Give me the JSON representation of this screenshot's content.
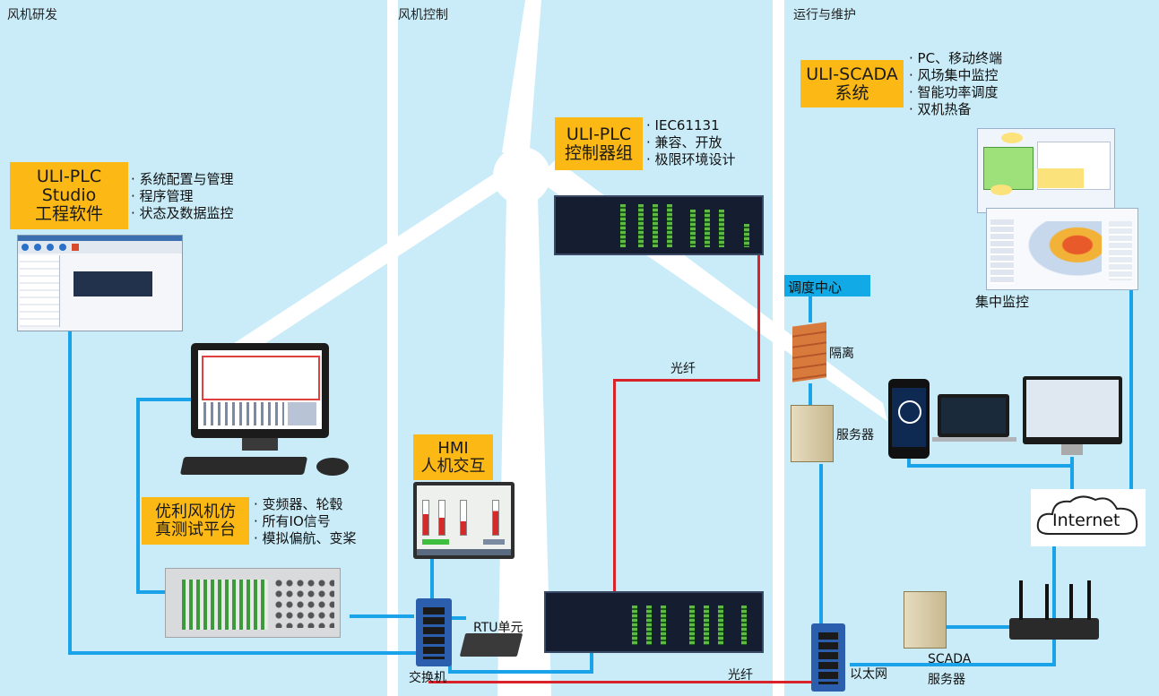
{
  "sections": {
    "dev": "风机研发",
    "control": "风机控制",
    "ops": "运行与维护"
  },
  "studio": {
    "title_lines": [
      "ULI-PLC",
      "Studio",
      "工程软件"
    ],
    "bullets": [
      "系统配置与管理",
      "程序管理",
      "状态及数据监控"
    ]
  },
  "plc_group": {
    "title_lines": [
      "ULI-PLC",
      "控制器组"
    ],
    "bullets": [
      "IEC61131",
      "兼容、开放",
      "极限环境设计"
    ]
  },
  "scada": {
    "title_lines": [
      "ULI-SCADA",
      "系统"
    ],
    "bullets": [
      "PC、移动终端",
      "风场集中监控",
      "智能功率调度",
      "双机热备"
    ]
  },
  "sim": {
    "title_lines": [
      "优利风机仿",
      "真测试平台"
    ],
    "bullets": [
      "变频器、轮毂",
      "所有IO信号",
      "模拟偏航、变桨"
    ]
  },
  "hmi": {
    "title_lines": [
      "HMI",
      "人机交互"
    ]
  },
  "labels": {
    "fiber_top": "光纤",
    "fiber_bottom": "光纤",
    "dispatch": "调度中心",
    "isolation": "隔离",
    "server": "服务器",
    "central_monitor": "集中监控",
    "internet": "Internet",
    "scada_server_1": "SCADA",
    "scada_server_2": "服务器",
    "ethernet": "以太网",
    "switch": "交换机",
    "rtu": "RTU单元"
  },
  "colors": {
    "panel_bg": "#c9ecf8",
    "accent_yellow": "#fcb814",
    "ethernet_line": "#1aa3e8",
    "fiber_line": "#d8232a"
  }
}
